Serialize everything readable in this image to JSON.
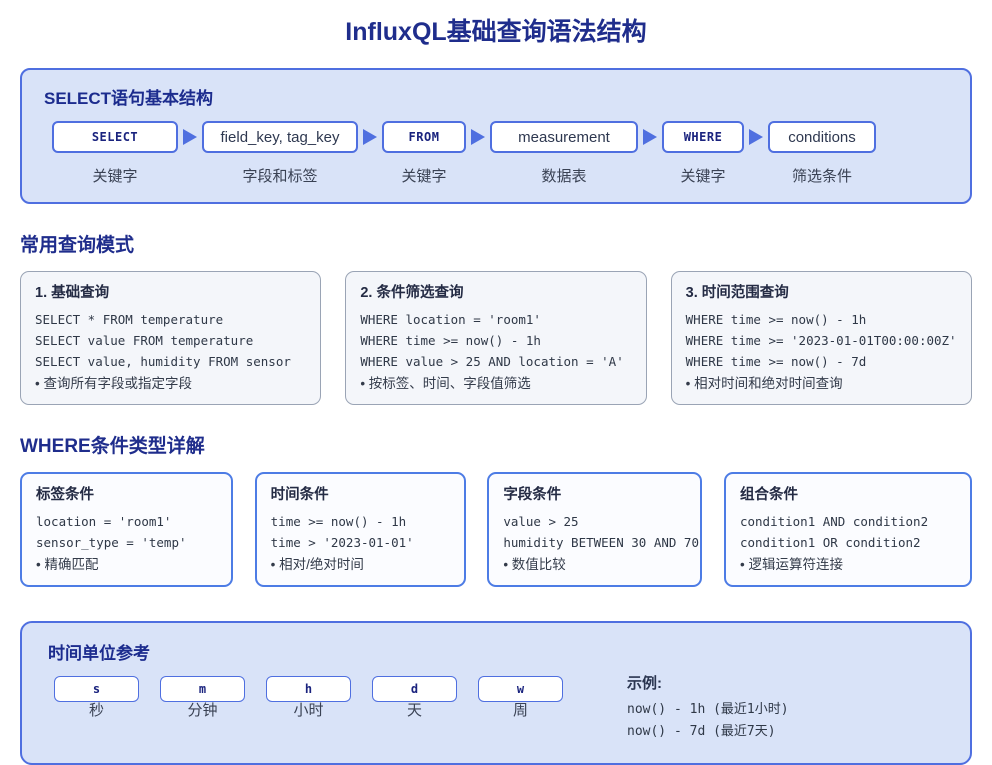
{
  "title": "InfluxQL基础查询语法结构",
  "colors": {
    "heading_navy": "#1f2d8c",
    "accent_border_blue": "#4f6fe0",
    "panel_fill": "#d9e3f8",
    "keyword_navy": "#1a237e",
    "code_text": "#2f3847",
    "gray_card_border": "#9aa4b5",
    "gray_card_fill": "#f4f6fa",
    "where_card_border": "#4d7ce5"
  },
  "select_section": {
    "heading": "SELECT语句基本结构",
    "steps": [
      {
        "box": "SELECT",
        "label": "关键字"
      },
      {
        "box": "field_key, tag_key",
        "label": "字段和标签"
      },
      {
        "box": "FROM",
        "label": "关键字"
      },
      {
        "box": "measurement",
        "label": "数据表"
      },
      {
        "box": "WHERE",
        "label": "关键字"
      },
      {
        "box": "conditions",
        "label": "筛选条件"
      }
    ]
  },
  "patterns_section": {
    "heading": "常用查询模式",
    "cards": [
      {
        "title": "1. 基础查询",
        "code": [
          "SELECT * FROM temperature",
          "SELECT value FROM temperature",
          "SELECT value, humidity FROM sensor"
        ],
        "note": "• 查询所有字段或指定字段"
      },
      {
        "title": "2. 条件筛选查询",
        "code": [
          "WHERE location = 'room1'",
          "WHERE time >= now() - 1h",
          "WHERE value > 25 AND location = 'A'"
        ],
        "note": "• 按标签、时间、字段值筛选"
      },
      {
        "title": "3. 时间范围查询",
        "code": [
          "WHERE time >= now() - 1h",
          "WHERE time >= '2023-01-01T00:00:00Z'",
          "WHERE time >= now() - 7d"
        ],
        "note": "• 相对时间和绝对时间查询"
      }
    ]
  },
  "where_section": {
    "heading": "WHERE条件类型详解",
    "cards": [
      {
        "title": "标签条件",
        "code": [
          "location = 'room1'",
          "sensor_type = 'temp'"
        ],
        "note": "• 精确匹配"
      },
      {
        "title": "时间条件",
        "code": [
          "time >= now() - 1h",
          "time > '2023-01-01'"
        ],
        "note": "• 相对/绝对时间"
      },
      {
        "title": "字段条件",
        "code": [
          "value > 25",
          "humidity BETWEEN 30 AND 70"
        ],
        "note": "• 数值比较"
      },
      {
        "title": "组合条件",
        "code": [
          "condition1 AND condition2",
          "condition1 OR condition2"
        ],
        "note": "• 逻辑运算符连接"
      }
    ]
  },
  "time_units_section": {
    "heading": "时间单位参考",
    "units": [
      {
        "symbol": "s",
        "label": "秒"
      },
      {
        "symbol": "m",
        "label": "分钟"
      },
      {
        "symbol": "h",
        "label": "小时"
      },
      {
        "symbol": "d",
        "label": "天"
      },
      {
        "symbol": "w",
        "label": "周"
      }
    ],
    "examples": {
      "title": "示例:",
      "lines": [
        "now() - 1h (最近1小时)",
        "now() - 7d (最近7天)"
      ]
    }
  }
}
